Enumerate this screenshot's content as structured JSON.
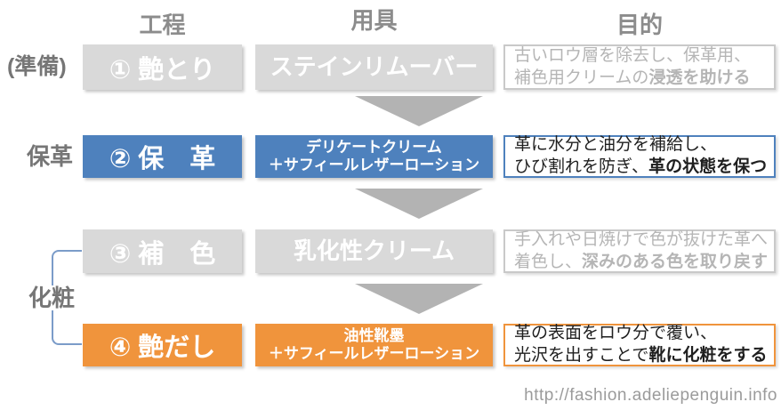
{
  "headers": {
    "process": "工程",
    "tool": "用具",
    "purpose": "目的"
  },
  "side_labels": {
    "preparation": "(準備)",
    "conditioning": "保革",
    "finishing": "化粧"
  },
  "rows": [
    {
      "step": "① 艶とり",
      "tool_line1": "ステインリムーバー",
      "tool_line2": "",
      "purpose_line1": "古いロウ層を除去し、保革用、",
      "purpose_line2_normal": "補色用クリームの",
      "purpose_line2_bold": "浸透を助ける"
    },
    {
      "step": "② 保　革",
      "tool_line1": "デリケートクリーム",
      "tool_line2": "＋サフィールレザーローション",
      "purpose_line1": "革に水分と油分を補給し、",
      "purpose_line2_normal": "ひび割れを防ぎ、",
      "purpose_line2_bold": "革の状態を保つ"
    },
    {
      "step": "③ 補　色",
      "tool_line1": "乳化性クリーム",
      "tool_line2": "",
      "purpose_line1": "手入れや日焼けで色が抜けた革へ",
      "purpose_line2_normal": "着色し、",
      "purpose_line2_bold": "深みのある色を取り戻す"
    },
    {
      "step": "④ 艶だし",
      "tool_line1": "油性靴墨",
      "tool_line2": "＋サフィールレザーローション",
      "purpose_line1": "革の表面をロウ分で覆い、",
      "purpose_line2_normal": "光沢を出すことで",
      "purpose_line2_bold": "靴に化粧をする"
    }
  ],
  "footer": {
    "url": "http://fashion.adeliepenguin.info"
  },
  "colors": {
    "gray_box": "#d9d9d9",
    "blue_box": "#4e81bd",
    "orange_box": "#f0943c",
    "arrow": "#b3b3b3",
    "bracket_line": "#7b9cc9",
    "muted_text": "#8c8c8c"
  }
}
